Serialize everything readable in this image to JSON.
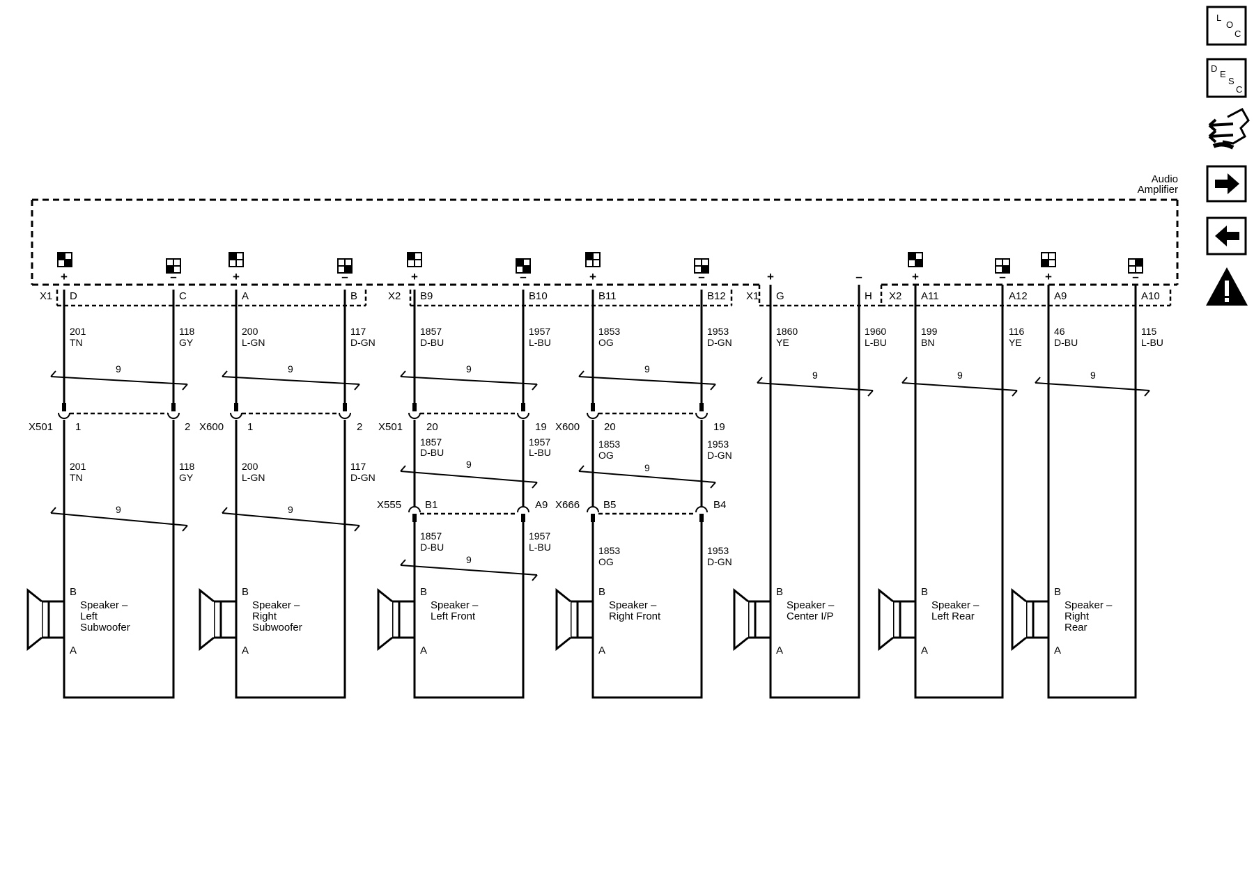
{
  "amplifier": {
    "line1": "Audio",
    "line2": "Amplifier"
  },
  "toolbar": {
    "loc": {
      "l": "L",
      "o": "O",
      "c": "C"
    },
    "desc": {
      "d": "D",
      "e": "E",
      "s": "S",
      "c": "C"
    }
  },
  "connectors": {
    "x1a": "X1",
    "x2a": "X2",
    "x1b": "X1",
    "x2b": "X2",
    "x501a": "X501",
    "x600a": "X600",
    "x501b": "X501",
    "x600b": "X600",
    "x555": "X555",
    "x666": "X666"
  },
  "twist_label": "9",
  "pins": [
    {
      "amp": "D",
      "sign": "+",
      "wire": "201",
      "color": "TN",
      "inline": "1"
    },
    {
      "amp": "C",
      "sign": "–",
      "wire": "118",
      "color": "GY",
      "inline": "2"
    },
    {
      "amp": "A",
      "sign": "+",
      "wire": "200",
      "color": "L-GN",
      "inline": "1"
    },
    {
      "amp": "B",
      "sign": "–",
      "wire": "117",
      "color": "D-GN",
      "inline": "2"
    },
    {
      "amp": "B9",
      "sign": "+",
      "wire": "1857",
      "color": "D-BU",
      "inline": "20",
      "inline2": "B1"
    },
    {
      "amp": "B10",
      "sign": "–",
      "wire": "1957",
      "color": "L-BU",
      "inline": "19",
      "inline2": "A9"
    },
    {
      "amp": "B11",
      "sign": "+",
      "wire": "1853",
      "color": "OG",
      "inline": "20",
      "inline2": "B5"
    },
    {
      "amp": "B12",
      "sign": "–",
      "wire": "1953",
      "color": "D-GN",
      "inline": "19",
      "inline2": "B4"
    },
    {
      "amp": "G",
      "sign": "+",
      "wire": "1860",
      "color": "YE"
    },
    {
      "amp": "H",
      "sign": "–",
      "wire": "1960",
      "color": "L-BU"
    },
    {
      "amp": "A11",
      "sign": "+",
      "wire": "199",
      "color": "BN"
    },
    {
      "amp": "A12",
      "sign": "–",
      "wire": "116",
      "color": "YE"
    },
    {
      "amp": "A9",
      "sign": "+",
      "wire": "46",
      "color": "D-BU"
    },
    {
      "amp": "A10",
      "sign": "–",
      "wire": "115",
      "color": "L-BU"
    }
  ],
  "speakers": [
    {
      "pin_b": "B",
      "pin_a": "A",
      "line1": "Speaker –",
      "line2": "Left",
      "line3": "Subwoofer"
    },
    {
      "pin_b": "B",
      "pin_a": "A",
      "line1": "Speaker –",
      "line2": "Right",
      "line3": "Subwoofer"
    },
    {
      "pin_b": "B",
      "pin_a": "A",
      "line1": "Speaker –",
      "line2": "Left Front",
      "line3": ""
    },
    {
      "pin_b": "B",
      "pin_a": "A",
      "line1": "Speaker –",
      "line2": "Right Front",
      "line3": ""
    },
    {
      "pin_b": "B",
      "pin_a": "A",
      "line1": "Speaker –",
      "line2": "Center I/P",
      "line3": ""
    },
    {
      "pin_b": "B",
      "pin_a": "A",
      "line1": "Speaker –",
      "line2": "Left Rear",
      "line3": ""
    },
    {
      "pin_b": "B",
      "pin_a": "A",
      "line1": "Speaker –",
      "line2": "Right",
      "line3": "Rear"
    }
  ]
}
